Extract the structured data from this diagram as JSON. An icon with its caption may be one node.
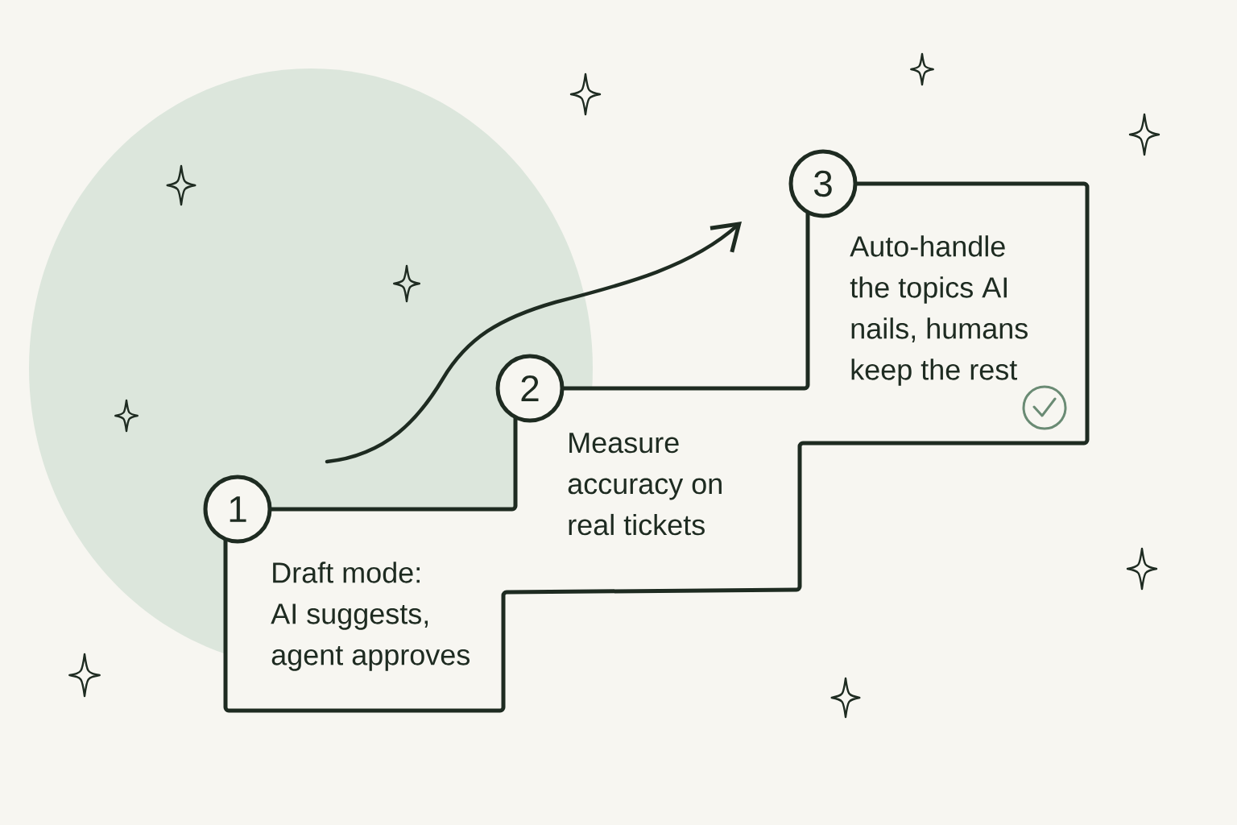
{
  "diagram": {
    "nodes": [
      {
        "text": [
          "1"
        ],
        "beside": [
          "Draft mode: AI suggests, agent approves"
        ]
      },
      {
        "text": [
          "2"
        ],
        "beside": [
          "Measure accuracy on real tickets"
        ]
      },
      {
        "text": [
          "3"
        ],
        "beside": [
          "Auto-handle the topics AI nails, humans keep the rest"
        ]
      }
    ]
  }
}
